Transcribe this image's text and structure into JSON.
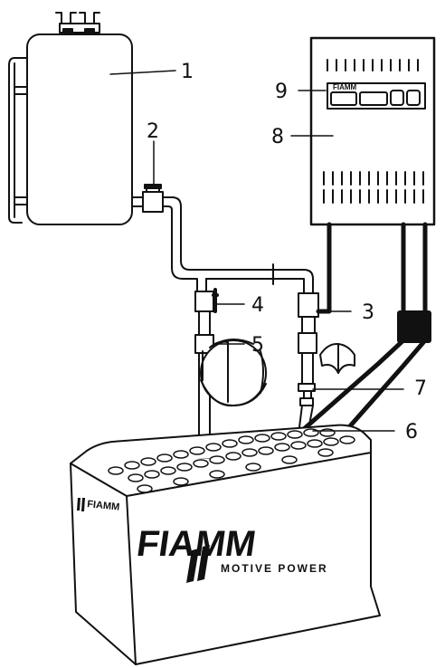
{
  "callouts": [
    {
      "id": "1",
      "label": "1"
    },
    {
      "id": "2",
      "label": "2"
    },
    {
      "id": "3",
      "label": "3"
    },
    {
      "id": "4",
      "label": "4"
    },
    {
      "id": "5",
      "label": "5"
    },
    {
      "id": "6",
      "label": "6"
    },
    {
      "id": "7",
      "label": "7"
    },
    {
      "id": "8",
      "label": "8"
    },
    {
      "id": "9",
      "label": "9"
    }
  ],
  "battery": {
    "brand": "FIAMM",
    "tagline": "MOTIVE POWER"
  },
  "panel": {
    "display_brand": "FIAMM"
  },
  "colors": {
    "line": "#111111",
    "fill": "#ffffff"
  }
}
